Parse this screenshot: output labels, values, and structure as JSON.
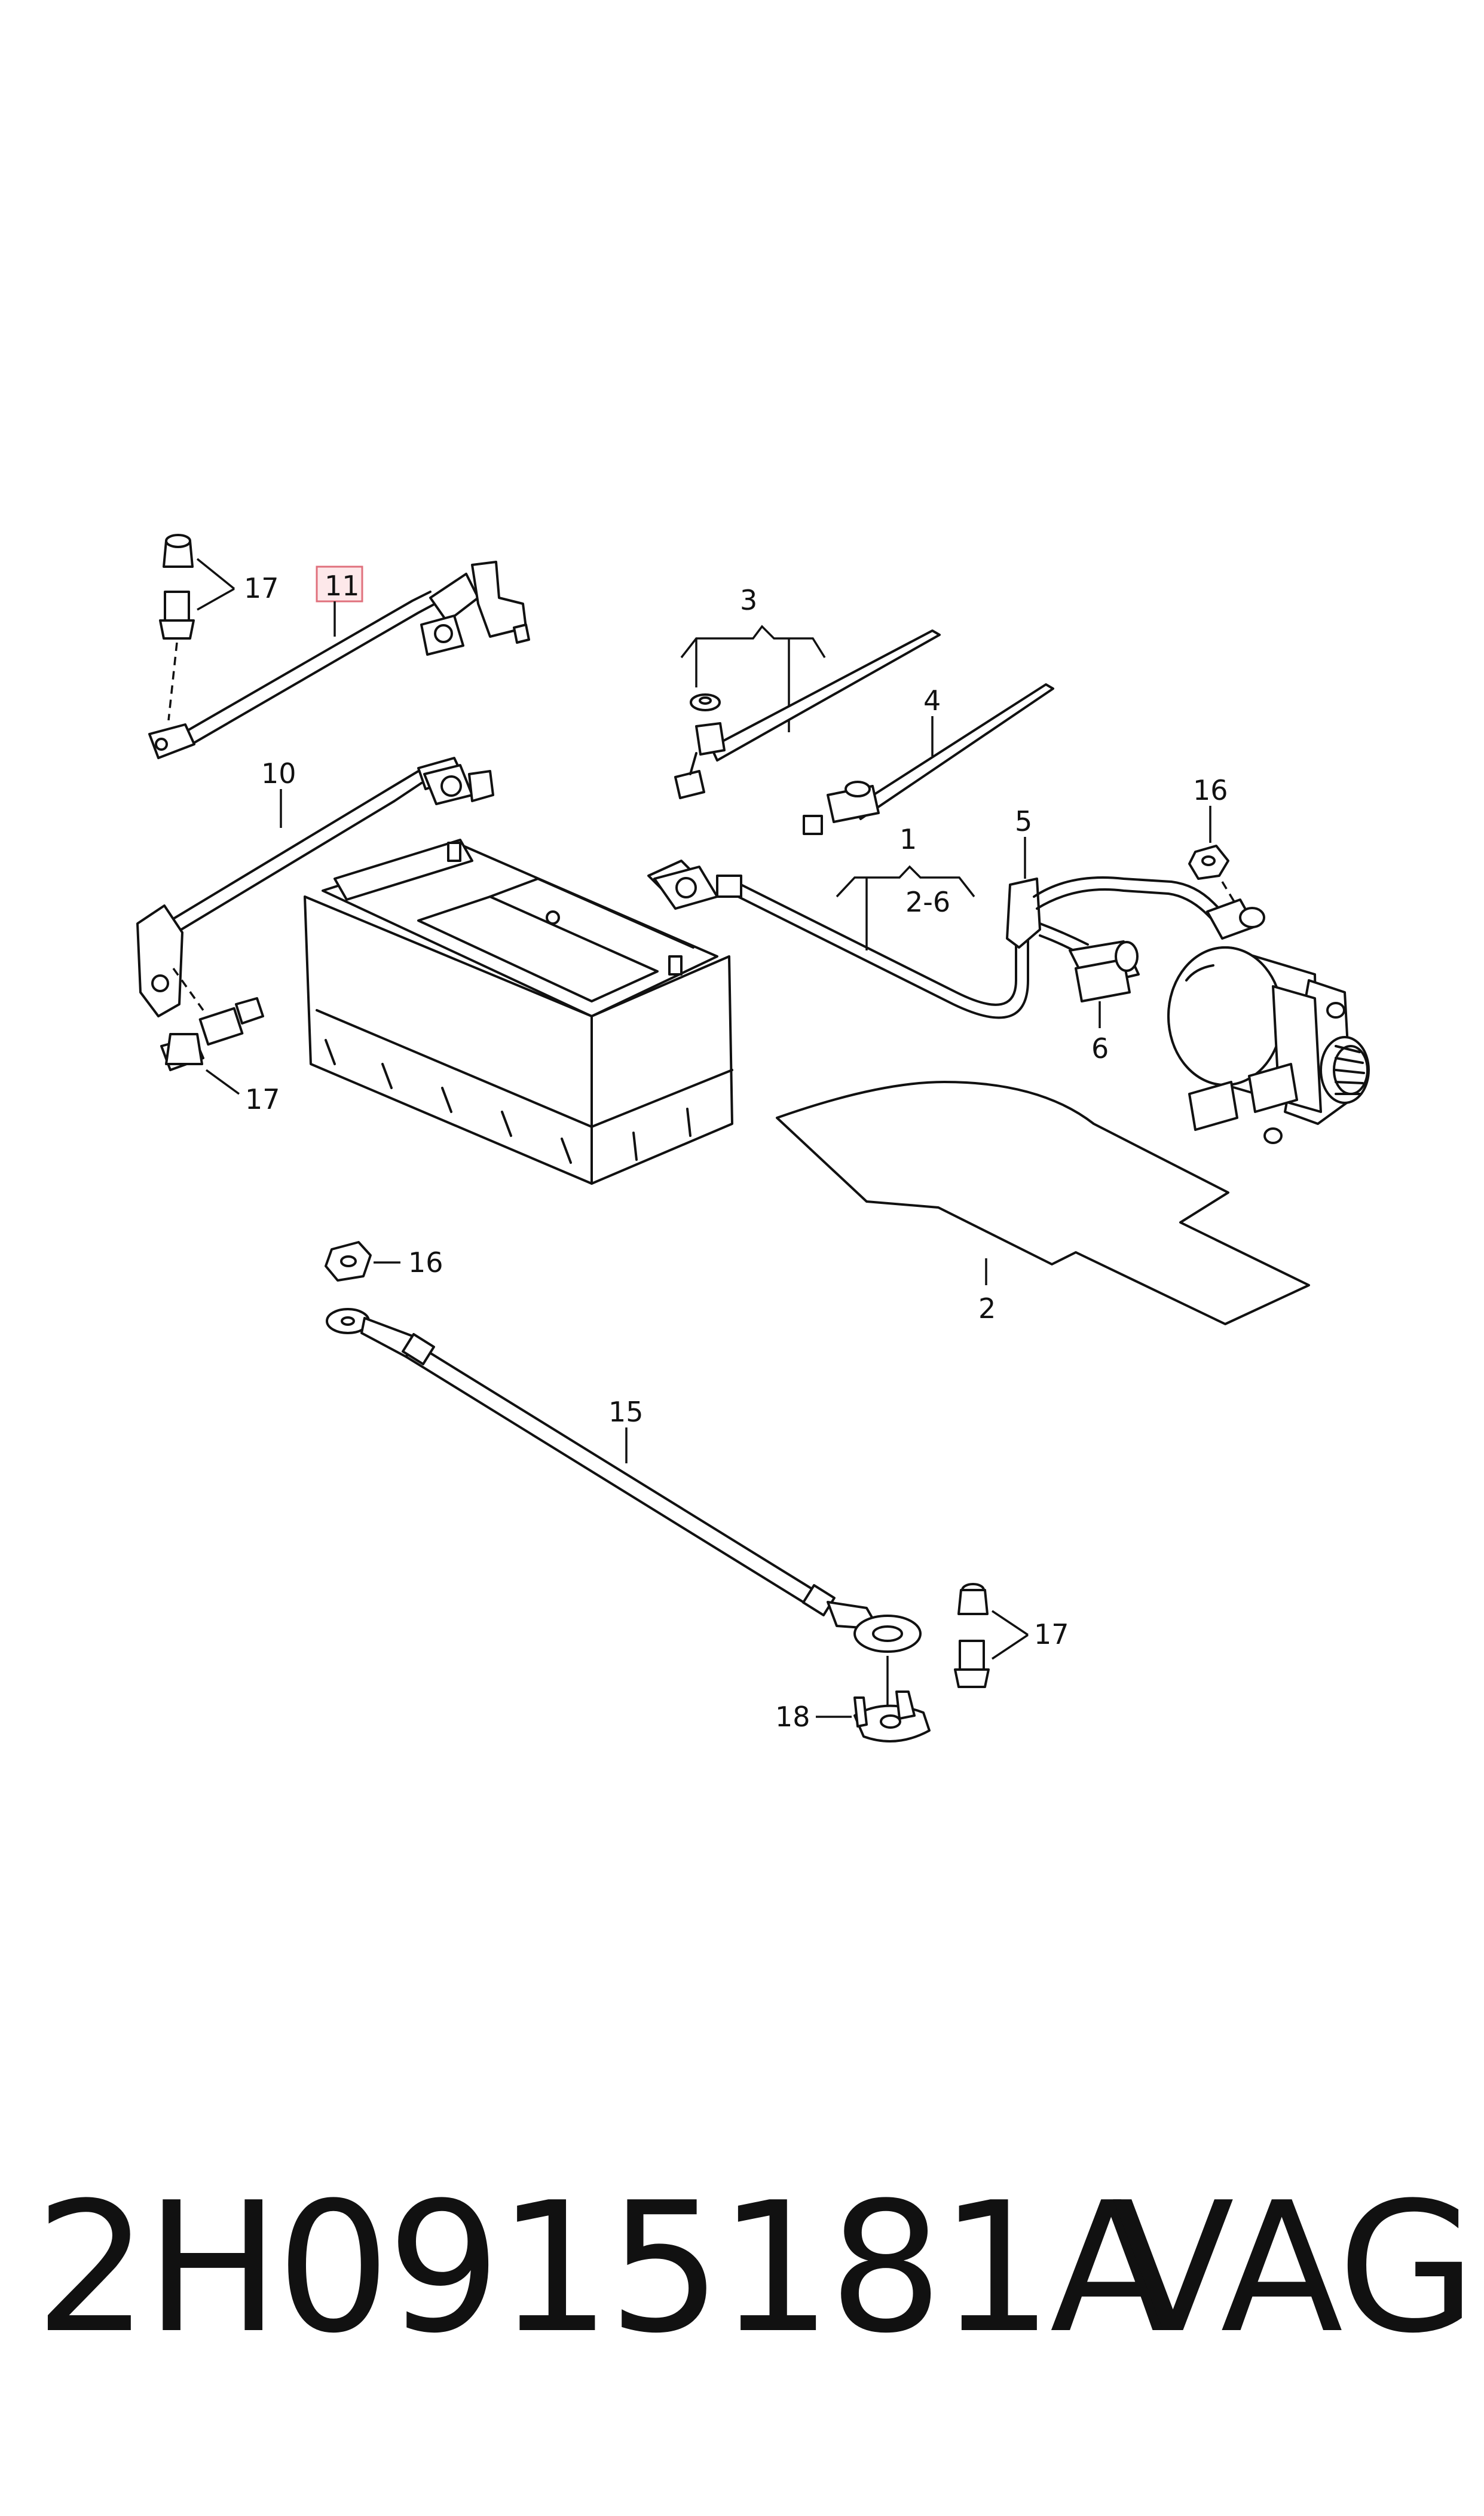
{
  "diagram": {
    "callouts": {
      "c1": "1",
      "c2": "2",
      "c2_6": "2-6",
      "c3": "3",
      "c4": "4",
      "c5": "5",
      "c6": "6",
      "c10": "10",
      "c11": "11",
      "c15": "15",
      "c16a": "16",
      "c16b": "16",
      "c17a": "17",
      "c17b": "17",
      "c17c": "17",
      "c18": "18"
    },
    "highlight_color": "#e0707c"
  },
  "footer": {
    "part_number": "2H0915181A",
    "brand": "VAG"
  }
}
